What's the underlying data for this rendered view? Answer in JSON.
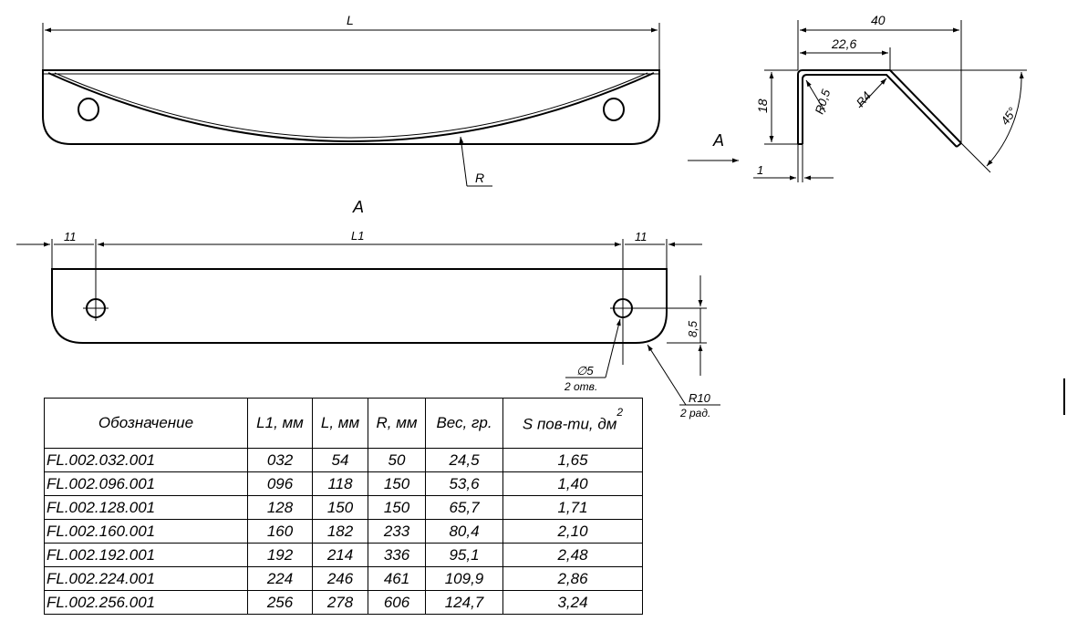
{
  "labels": {
    "length_L": "L",
    "radius_R": "R",
    "view_marker": "A",
    "view_title": "A",
    "dim_40": "40",
    "dim_22_6": "22,6",
    "dim_18": "18",
    "radius_r0_5": "R0,5",
    "radius_r4": "R4",
    "angle_45": "45°",
    "dim_1": "1",
    "dim_11_left": "11",
    "dim_L1": "L1",
    "dim_11_right": "11",
    "dim_8_5": "8,5",
    "hole_diameter": "∅5",
    "hole_count": "2 отв.",
    "corner_radius": "R10",
    "corner_count": "2 рад."
  },
  "table": {
    "headers": [
      "Обозначение",
      "L1, мм",
      "L, мм",
      "R, мм",
      "Вес, гр.",
      "S пов-ти, дм"
    ],
    "header_superscript": "2",
    "rows": [
      [
        "FL.002.032.001",
        "032",
        "54",
        "50",
        "24,5",
        "1,65"
      ],
      [
        "FL.002.096.001",
        "096",
        "118",
        "150",
        "53,6",
        "1,40"
      ],
      [
        "FL.002.128.001",
        "128",
        "150",
        "150",
        "65,7",
        "1,71"
      ],
      [
        "FL.002.160.001",
        "160",
        "182",
        "233",
        "80,4",
        "2,10"
      ],
      [
        "FL.002.192.001",
        "192",
        "214",
        "336",
        "95,1",
        "2,48"
      ],
      [
        "FL.002.224.001",
        "224",
        "246",
        "461",
        "109,9",
        "2,86"
      ],
      [
        "FL.002.256.001",
        "256",
        "278",
        "606",
        "124,7",
        "3,24"
      ]
    ]
  }
}
